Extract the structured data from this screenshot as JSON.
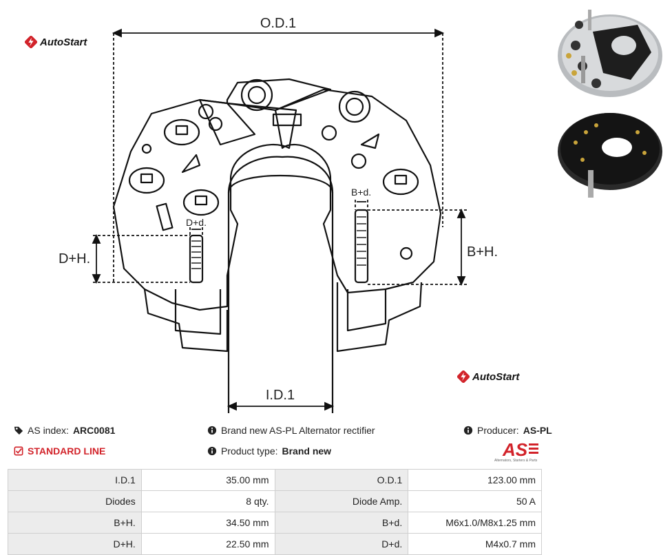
{
  "brand": "AutoStart",
  "dimensions": {
    "od": "O.D.1",
    "id": "I.D.1",
    "dh": "D+H.",
    "bh": "B+H.",
    "dd": "D+d.",
    "bd": "B+d."
  },
  "info": {
    "as_index_label": "AS index:",
    "as_index_value": "ARC0081",
    "standard_line": "STANDARD LINE",
    "description": "Brand new AS-PL Alternator rectifier",
    "product_type_label": "Product type:",
    "product_type_value": "Brand new",
    "producer_label": "Producer:",
    "producer_value": "AS-PL",
    "producer_logo_text": "AS",
    "producer_logo_tagline": "Alternators, Starters & Parts"
  },
  "specs": [
    [
      "I.D.1",
      "35.00 mm",
      "O.D.1",
      "123.00 mm"
    ],
    [
      "Diodes",
      "8 qty.",
      "Diode Amp.",
      "50 A"
    ],
    [
      "B+H.",
      "34.50 mm",
      "B+d.",
      "M6x1.0/M8x1.25 mm"
    ],
    [
      "D+H.",
      "22.50 mm",
      "D+d.",
      "M4x0.7 mm"
    ]
  ],
  "colors": {
    "accent_red": "#d2232a",
    "table_key_bg": "#ececec",
    "border": "#cfcfcf"
  }
}
